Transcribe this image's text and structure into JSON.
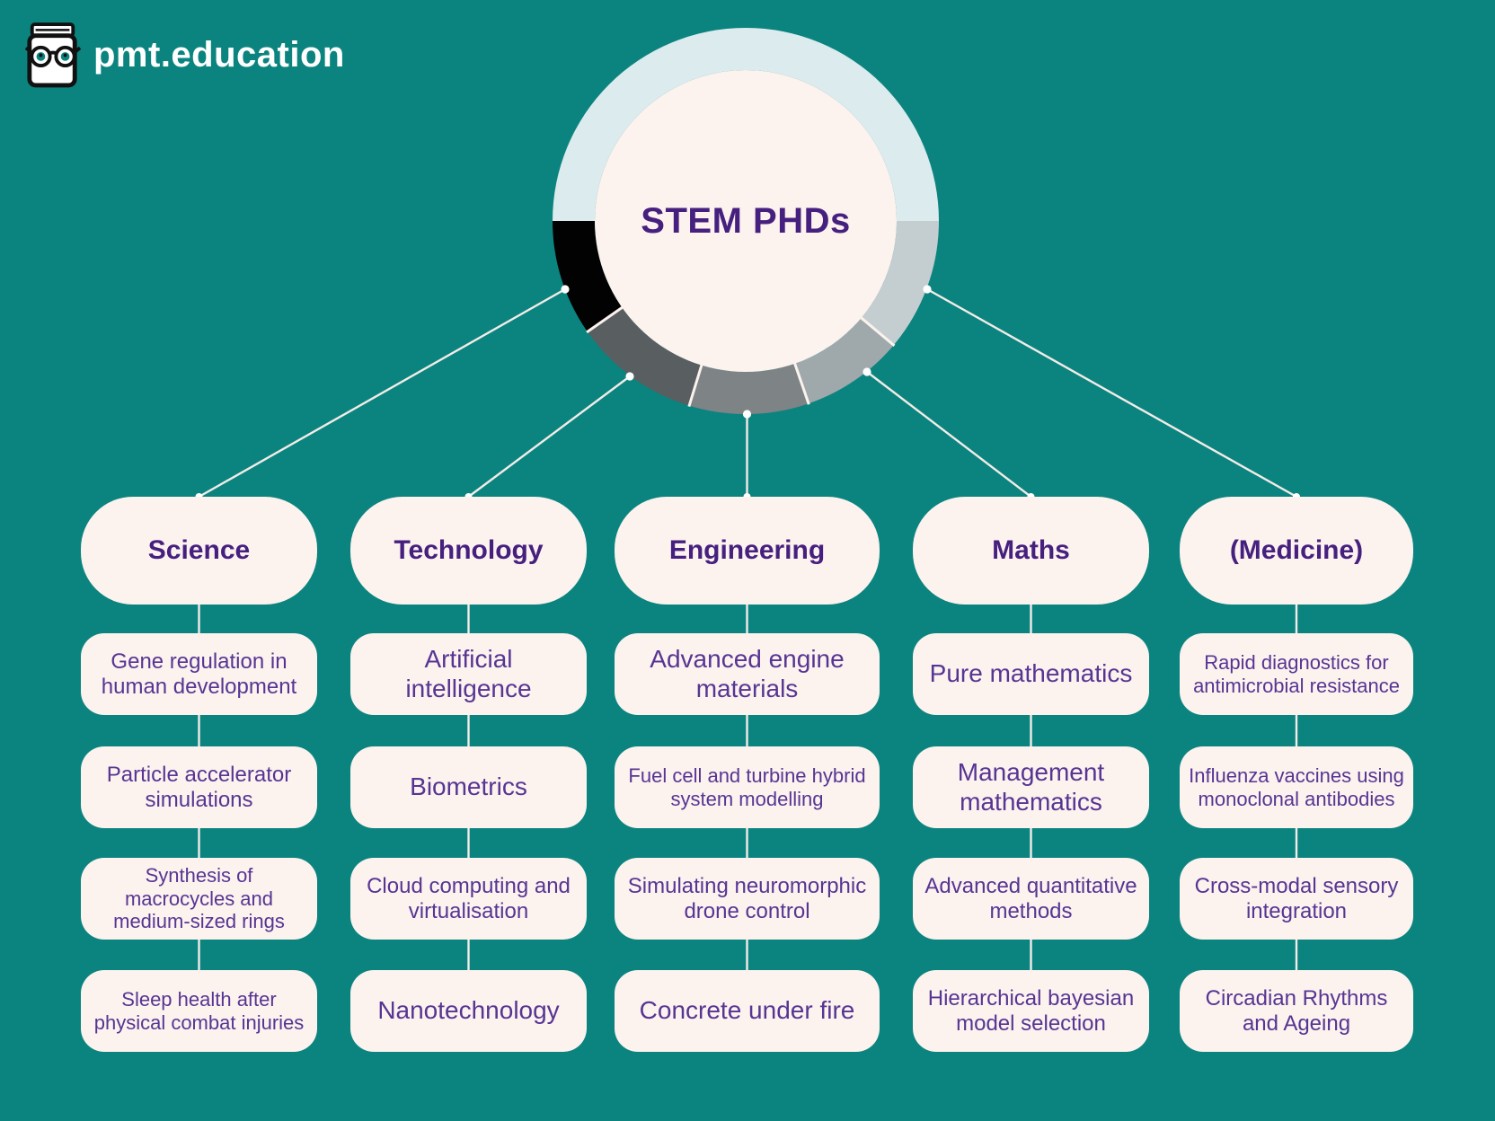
{
  "brand": {
    "name": "pmt.education"
  },
  "center": {
    "title": "STEM PHDs"
  },
  "branches": [
    {
      "label": "Science",
      "items": [
        "Gene regulation in human development",
        "Particle accelerator simulations",
        "Synthesis of macrocycles and medium-sized rings",
        "Sleep health after physical combat injuries"
      ]
    },
    {
      "label": "Technology",
      "items": [
        "Artificial intelligence",
        "Biometrics",
        "Cloud computing and virtualisation",
        "Nanotechnology"
      ]
    },
    {
      "label": "Engineering",
      "items": [
        "Advanced engine materials",
        "Fuel cell and turbine hybrid system modelling",
        "Simulating neuromorphic drone control",
        "Concrete under fire"
      ]
    },
    {
      "label": "Maths",
      "items": [
        "Pure mathematics",
        "Management mathematics",
        "Advanced quantitative methods",
        "Hierarchical bayesian model selection"
      ]
    },
    {
      "label": "(Medicine)",
      "items": [
        "Rapid diagnostics for antimicrobial resistance",
        "Influenza vaccines using monoclonal antibodies",
        "Cross-modal sensory integration",
        "Circadian Rhythms and Ageing"
      ]
    }
  ],
  "ring": {
    "segments": [
      {
        "color": "#dcebed",
        "from": -90,
        "to": 90
      },
      {
        "color": "#c4ced0",
        "from": 90,
        "to": 130
      },
      {
        "color": "#9fa9ac",
        "from": 130,
        "to": 161
      },
      {
        "color": "#7e8386",
        "from": 161,
        "to": 197
      },
      {
        "color": "#595e61",
        "from": 197,
        "to": 235
      },
      {
        "color": "#020202",
        "from": 235,
        "to": 270
      }
    ]
  },
  "colors": {
    "background": "#0b847f",
    "card_background": "#fcf2ee",
    "heading_text": "#46207f",
    "body_text": "#573593",
    "connector": "#f3ece8",
    "logo_text": "#ffffff"
  }
}
